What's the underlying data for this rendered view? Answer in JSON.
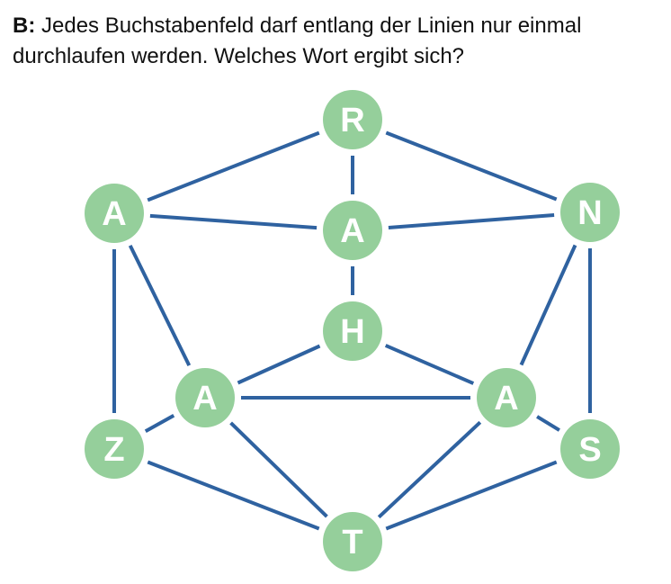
{
  "task": {
    "label": "B:",
    "text": " Jedes Buchstabenfeld darf entlang der Linien nur einmal durchlaufen werden. Welches Wort ergibt sich?"
  },
  "graph": {
    "colors": {
      "node_fill": "#95cf9b",
      "node_text": "#ffffff",
      "edge": "#2f62a0"
    },
    "nodes": [
      {
        "id": "n-top",
        "letter": "R"
      },
      {
        "id": "n-left-up",
        "letter": "A"
      },
      {
        "id": "n-center-up",
        "letter": "A"
      },
      {
        "id": "n-right-up",
        "letter": "N"
      },
      {
        "id": "n-center-mid",
        "letter": "H"
      },
      {
        "id": "n-left-low",
        "letter": "A"
      },
      {
        "id": "n-right-low",
        "letter": "A"
      },
      {
        "id": "n-left-bottom",
        "letter": "Z"
      },
      {
        "id": "n-right-bottom",
        "letter": "S"
      },
      {
        "id": "n-bottom",
        "letter": "T"
      }
    ],
    "edges": [
      [
        "n-top",
        "n-left-up"
      ],
      [
        "n-top",
        "n-right-up"
      ],
      [
        "n-top",
        "n-center-up"
      ],
      [
        "n-left-up",
        "n-center-up"
      ],
      [
        "n-center-up",
        "n-right-up"
      ],
      [
        "n-center-up",
        "n-center-mid"
      ],
      [
        "n-left-up",
        "n-left-bottom"
      ],
      [
        "n-left-up",
        "n-left-low"
      ],
      [
        "n-right-up",
        "n-right-bottom"
      ],
      [
        "n-right-up",
        "n-right-low"
      ],
      [
        "n-center-mid",
        "n-left-low"
      ],
      [
        "n-center-mid",
        "n-right-low"
      ],
      [
        "n-left-low",
        "n-right-low"
      ],
      [
        "n-left-low",
        "n-left-bottom"
      ],
      [
        "n-left-low",
        "n-bottom"
      ],
      [
        "n-right-low",
        "n-right-bottom"
      ],
      [
        "n-right-low",
        "n-bottom"
      ],
      [
        "n-left-bottom",
        "n-bottom"
      ],
      [
        "n-right-bottom",
        "n-bottom"
      ]
    ]
  }
}
